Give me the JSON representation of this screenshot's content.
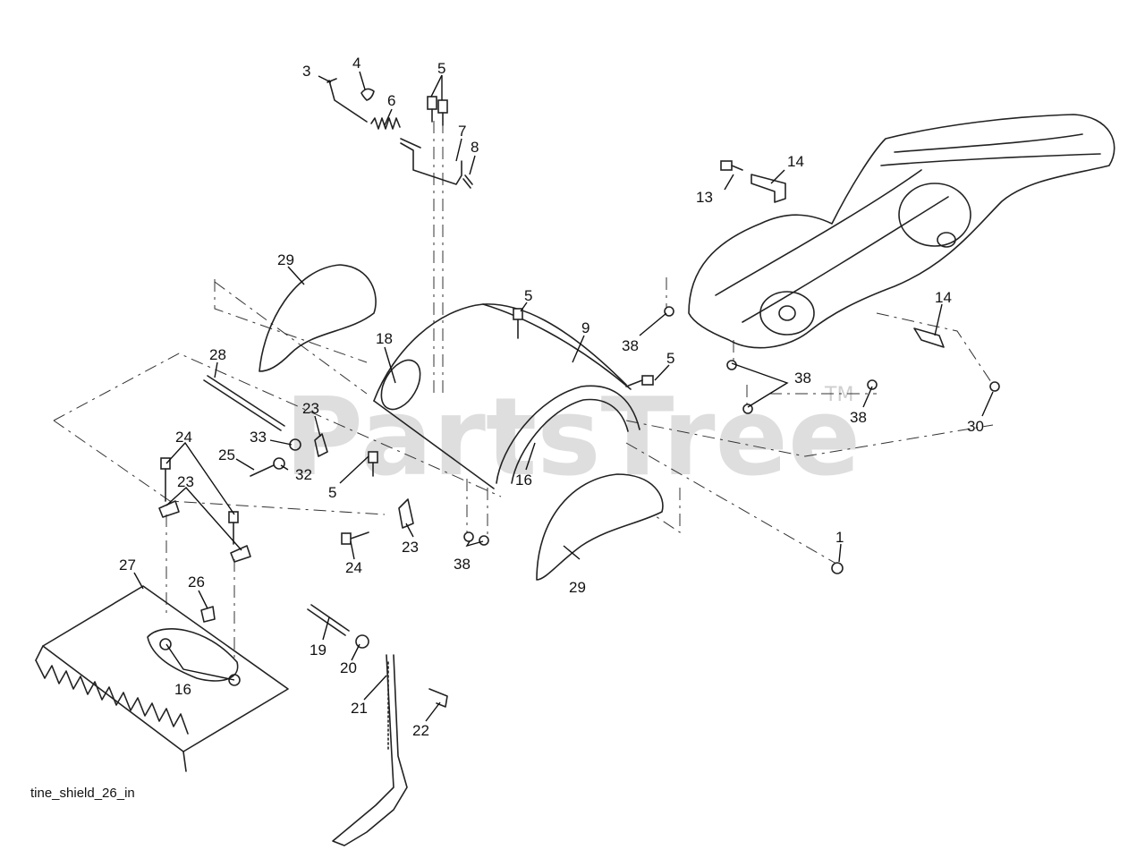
{
  "watermark": {
    "text": "PartsTree",
    "tm": "TM"
  },
  "caption": "tine_shield_26_in",
  "callouts": [
    {
      "id": "c3",
      "label": "3"
    },
    {
      "id": "c4",
      "label": "4"
    },
    {
      "id": "c5a",
      "label": "5"
    },
    {
      "id": "c6",
      "label": "6"
    },
    {
      "id": "c7",
      "label": "7"
    },
    {
      "id": "c8",
      "label": "8"
    },
    {
      "id": "c13",
      "label": "13"
    },
    {
      "id": "c14a",
      "label": "14"
    },
    {
      "id": "c29a",
      "label": "29"
    },
    {
      "id": "c5b",
      "label": "5"
    },
    {
      "id": "c9",
      "label": "9"
    },
    {
      "id": "c18",
      "label": "18"
    },
    {
      "id": "c28",
      "label": "28"
    },
    {
      "id": "c38a",
      "label": "38"
    },
    {
      "id": "c14b",
      "label": "14"
    },
    {
      "id": "c5c",
      "label": "5"
    },
    {
      "id": "c38b",
      "label": "38"
    },
    {
      "id": "c23a",
      "label": "23"
    },
    {
      "id": "c38c",
      "label": "38"
    },
    {
      "id": "c30",
      "label": "30"
    },
    {
      "id": "c24a",
      "label": "24"
    },
    {
      "id": "c33",
      "label": "33"
    },
    {
      "id": "c25",
      "label": "25"
    },
    {
      "id": "c32",
      "label": "32"
    },
    {
      "id": "c23b",
      "label": "23"
    },
    {
      "id": "c16a",
      "label": "16"
    },
    {
      "id": "c5d",
      "label": "5"
    },
    {
      "id": "c1",
      "label": "1"
    },
    {
      "id": "c24b",
      "label": "24"
    },
    {
      "id": "c23c",
      "label": "23"
    },
    {
      "id": "c38d",
      "label": "38"
    },
    {
      "id": "c29b",
      "label": "29"
    },
    {
      "id": "c27",
      "label": "27"
    },
    {
      "id": "c26",
      "label": "26"
    },
    {
      "id": "c19",
      "label": "19"
    },
    {
      "id": "c20",
      "label": "20"
    },
    {
      "id": "c21",
      "label": "21"
    },
    {
      "id": "c22",
      "label": "22"
    },
    {
      "id": "c16b",
      "label": "16"
    }
  ]
}
